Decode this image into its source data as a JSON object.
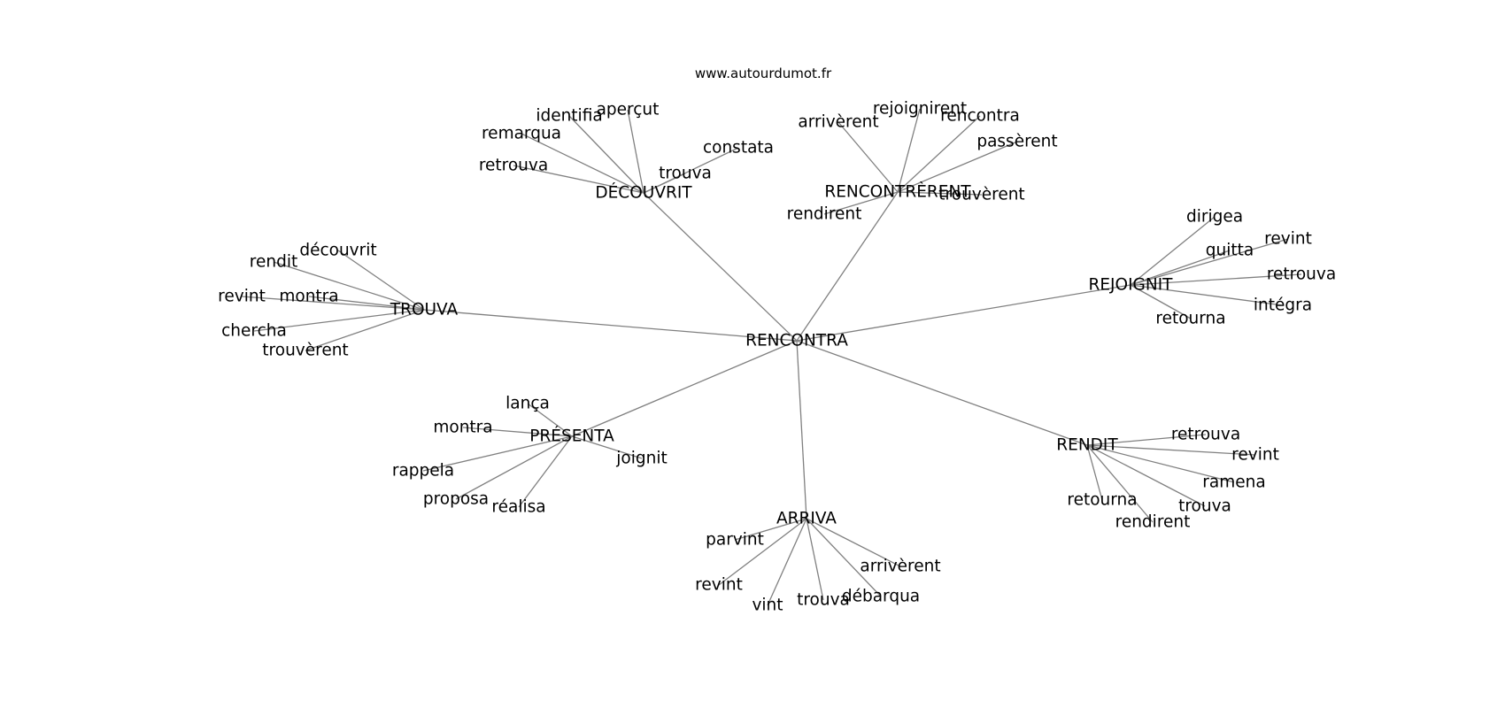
{
  "source": "www.autourdumot.fr",
  "colors": {
    "edge": "#808080",
    "text": "#000000",
    "background": "#ffffff"
  },
  "graph": {
    "center": "RENCONTRA",
    "branches": [
      {
        "word": "DÉCOUVRIT",
        "children": [
          "identifia",
          "aperçut",
          "remarqua",
          "constata",
          "trouva",
          "retrouva"
        ]
      },
      {
        "word": "RENCONTRÈRENT",
        "children": [
          "arrivèrent",
          "rejoignirent",
          "rencontra",
          "passèrent",
          "trouvèrent",
          "rendirent"
        ]
      },
      {
        "word": "TROUVA",
        "children": [
          "découvrit",
          "rendit",
          "revint",
          "montra",
          "chercha",
          "trouvèrent"
        ]
      },
      {
        "word": "REJOIGNIT",
        "children": [
          "dirigea",
          "revint",
          "quitta",
          "retrouva",
          "intégra",
          "retourna"
        ]
      },
      {
        "word": "PRÉSENTA",
        "children": [
          "lança",
          "montra",
          "joignit",
          "rappela",
          "proposa",
          "réalisa"
        ]
      },
      {
        "word": "RENDIT",
        "children": [
          "retrouva",
          "revint",
          "ramena",
          "retourna",
          "trouva",
          "rendirent"
        ]
      },
      {
        "word": "ARRIVA",
        "children": [
          "parvint",
          "arrivèrent",
          "revint",
          "vint",
          "trouva",
          "débarqua"
        ]
      }
    ]
  }
}
